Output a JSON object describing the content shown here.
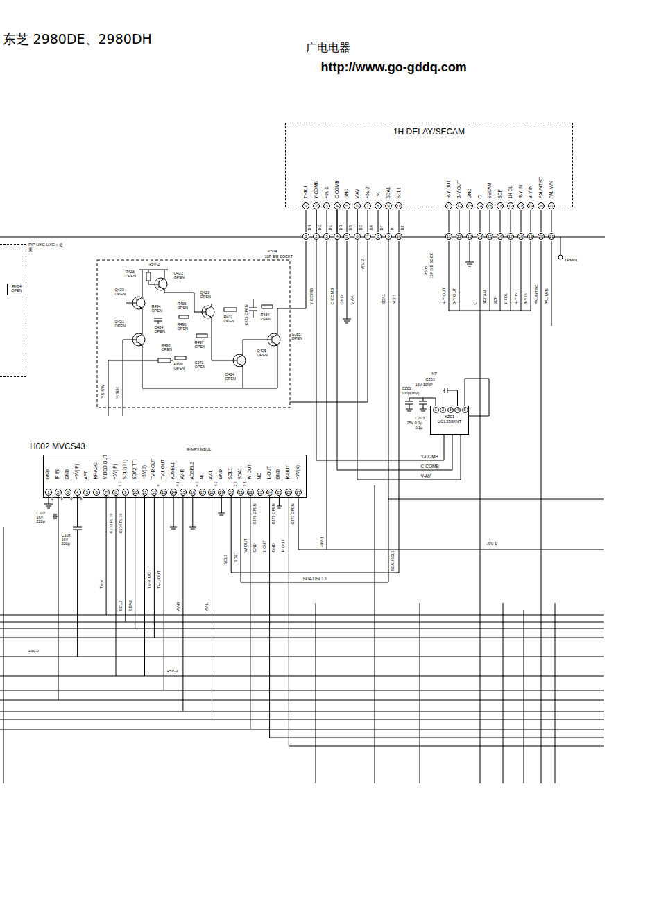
{
  "diagram": {
    "title": "东芝 2980DE、2980DH",
    "nodes": [
      {
        "text": [
          "1H DELAY/SECAM"
        ]
      },
      {
        "text": [
          "H002 MVCS43",
          "IF/MPX MDUL"
        ]
      },
      {
        "text": [
          "XZ01",
          "UCL330KNT"
        ]
      },
      {
        "text": [
          "PIP UXC UXE：必要"
        ]
      },
      {
        "text": [
          "RY04 OPEN"
        ],
        "in": 3
      }
    ],
    "edges": [
      {
        "from": 0,
        "to": 2,
        "arrow": "none",
        "label": "Y-COMB"
      },
      {
        "from": 0,
        "to": 2,
        "arrow": "none",
        "label": "C-COMB"
      },
      {
        "from": 0,
        "to": 2,
        "arrow": "none",
        "label": "V-AV"
      },
      {
        "from": 1,
        "to": 0,
        "arrow": "none",
        "label": "SDA1/SCL1"
      }
    ],
    "labels": [
      "广电电器",
      "http://www.go-gddq.com",
      "THRU",
      "Y-COMB",
      "+9V-1",
      "C COMB",
      "GND",
      "V AV",
      "+5V-2",
      "f sc",
      "SDA1",
      "SCL1",
      "R-Y OUT",
      "B-Y OUT",
      "GND",
      "C",
      "SECAM",
      "SCP",
      "1H DL",
      "R-Y IN",
      "B-Y IN",
      "PAL/NTSC",
      "PAL M/N",
      "1",
      "2",
      "3",
      "4",
      "5",
      "6",
      "7",
      "8",
      "9",
      "10",
      "11",
      "12",
      "13",
      "14",
      "15",
      "16",
      "17",
      "18",
      "19",
      "20",
      "21",
      "DH",
      "DC",
      "DE",
      "DD",
      "DB",
      "DG",
      "DA",
      "DF",
      "DI",
      "DJ",
      "1",
      "2",
      "3",
      "4",
      "5",
      "6",
      "7",
      "8",
      "9",
      "10",
      "11",
      "12",
      "13",
      "14",
      "15",
      "16",
      "17",
      "18",
      "19",
      "20",
      "21",
      "P504",
      "10P B/B SOCKT",
      "P505",
      "11P B/B SOCK",
      "TPM01",
      "Y COMB",
      "C COMB",
      "GND",
      "V AV",
      "+5V-2",
      "SDA1",
      "SCL1",
      "R-Y OUT",
      "B-Y OUT",
      "C",
      "SECAM",
      "SCP",
      "1H DL",
      "R-Y IN",
      "B-Y IN",
      "PAL/NTSC",
      "PAL M/N",
      "+5V-2",
      "R423 OPEN",
      "Q422 OPEN",
      "Q420 OPEN",
      "Q421 OPEN",
      "R494 OPEN",
      "R495 OPEN",
      "Q423 OPEN",
      "C424 OPEN",
      "R496 OPEN",
      "R431 OPEN",
      "C425 OPEN",
      "R434 OPEN",
      "GJ85 OPEN",
      "R498 OPEN",
      "R497 OPEN",
      "R499 OPEN",
      "GJ71 OPEN",
      "Q424 OPEN",
      "Q425 OPEN",
      "YS SW",
      "V.BLK",
      "NP",
      "CZ01",
      "16V 10NP",
      "CZ02",
      "100μ(16V)",
      "CZ03",
      "25V 0.1μ",
      "0.1μ",
      "1",
      "2",
      "3",
      "4",
      "5",
      "GND",
      "IF IN",
      "GND",
      "+9V(IF)",
      "AFT",
      "RF AGC",
      "VIDEO OUT",
      "+5V(IF)",
      "SCL2(TT)",
      "SDA2(TT)",
      "+5V(S)",
      "TV-R OUT",
      "TV-L OUT",
      "ADSEL1",
      "AV-R",
      "ADSEL2",
      "NC",
      "AV-L",
      "GND",
      "SCL1",
      "SDA1",
      "W-OUT",
      "NC",
      "L-OUT",
      "GND",
      "R-OUT",
      "+9V(S)",
      "1",
      "2",
      "3",
      "4",
      "5",
      "6",
      "7",
      "8",
      "9",
      "10",
      "11",
      "12",
      "13",
      "14",
      "15",
      "16",
      "17",
      "18",
      "19",
      "20",
      "21",
      "22",
      "23",
      "24",
      "25",
      "26",
      "27",
      "0",
      "9",
      "0",
      "9",
      "5.0",
      "4.",
      "4.1",
      "4.0",
      "4.0",
      "3.5",
      "3.3",
      "C107 16V 220μ",
      "C108 16V 220μ",
      "G103 PL 10",
      "G104 PL 10",
      "W OUT",
      "GJ76 OPEN",
      "GND",
      "L OUT",
      "GJ75 OPEN",
      "GND",
      "R OUT",
      "GJ73 OPEN",
      "TV-V",
      "TV-R OUT",
      "TV-L OUT",
      "SCL1",
      "SDA1",
      "SDA1/SCL1",
      "SCL2",
      "SDA2",
      "AV-R",
      "AV-L",
      "+9V-1",
      "+9V-1",
      "+9V-2",
      "+5V-3"
    ]
  }
}
